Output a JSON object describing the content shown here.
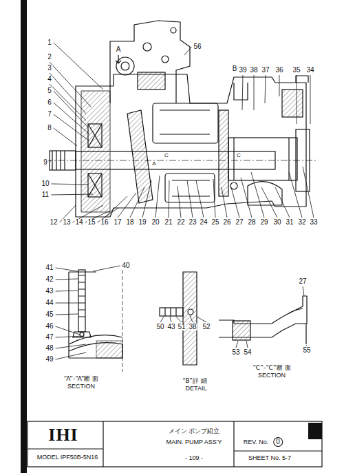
{
  "diagram": {
    "labels": [
      "A",
      "56",
      "B",
      "39",
      "38",
      "37",
      "36",
      "35",
      "34",
      "1",
      "2",
      "3",
      "4",
      "5",
      "6",
      "7",
      "8",
      "9",
      "10",
      "11",
      "12",
      "13",
      "14",
      "15",
      "16",
      "17",
      "18",
      "19",
      "20",
      "21",
      "22",
      "23",
      "24",
      "25",
      "26",
      "27",
      "28",
      "29",
      "30",
      "31",
      "32",
      "33",
      "A",
      "C",
      "C",
      "40",
      "41",
      "42",
      "43",
      "44",
      "45",
      "46",
      "47",
      "48",
      "49",
      "“A”-“A”断 面",
      "SECTION",
      "50",
      "43",
      "51",
      "38",
      "52",
      "“B”詳 細",
      "DETAIL",
      "27",
      "53",
      "54",
      "55",
      "“C”-“C”断 面",
      "SECTION",
      "IHI",
      "メイン ポンプ組立",
      "MAIN. PUMP ASS'Y",
      "MODEL IPF50B-5N16",
      "REV. No.",
      "0",
      "SHEET No. 5-7",
      "- 109 -"
    ]
  }
}
